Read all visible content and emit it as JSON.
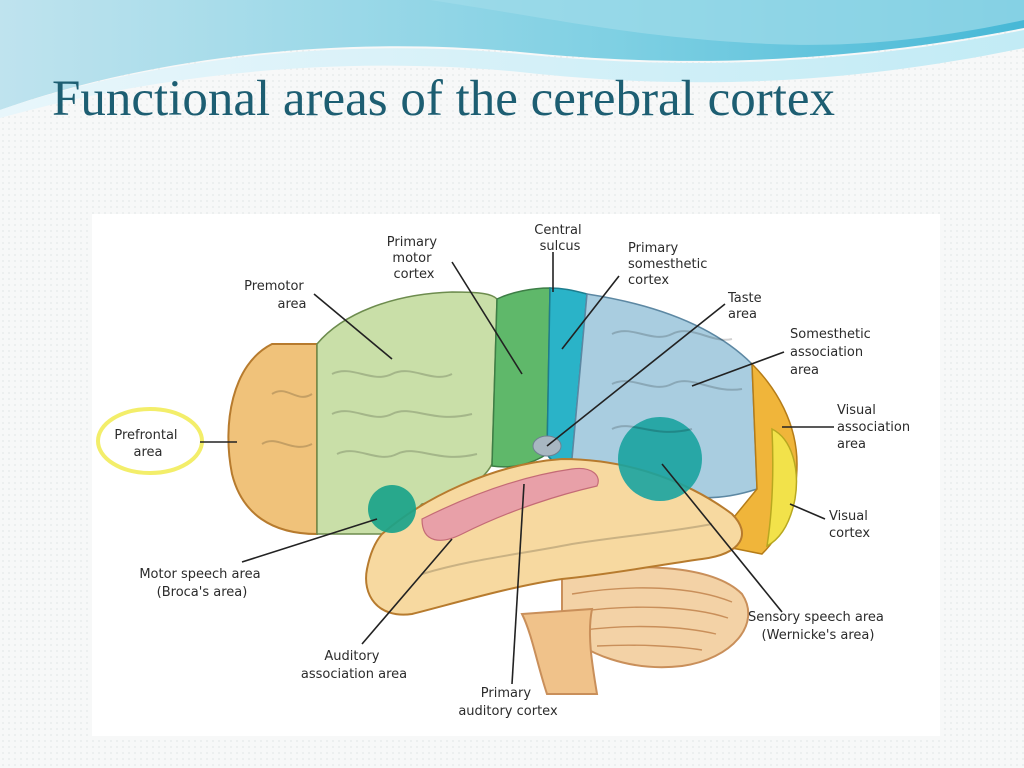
{
  "slide": {
    "title": "Functional areas of the cerebral cortex"
  },
  "diagram": {
    "labels": {
      "central_sulcus": [
        "Central",
        "sulcus"
      ],
      "primary_motor_cortex": [
        "Primary",
        "motor",
        "cortex"
      ],
      "primary_somesthetic_cortex": [
        "Primary",
        "somesthetic",
        "cortex"
      ],
      "premotor_area": [
        "Premotor",
        "area"
      ],
      "taste_area": [
        "Taste",
        "area"
      ],
      "somesthetic_association_area": [
        "Somesthetic",
        "association",
        "area"
      ],
      "prefrontal_area": [
        "Prefrontal",
        "area"
      ],
      "visual_association_area": [
        "Visual",
        "association",
        "area"
      ],
      "visual_cortex": [
        "Visual",
        "cortex"
      ],
      "motor_speech_area": [
        "Motor speech area",
        "(Broca's area)"
      ],
      "sensory_speech_area": [
        "Sensory speech area",
        "(Wernicke's area)"
      ],
      "auditory_association_area": [
        "Auditory",
        "association area"
      ],
      "primary_auditory_cortex": [
        "Primary",
        "auditory cortex"
      ]
    },
    "colors": {
      "prefrontal": "#f0c27a",
      "premotor": "#c9dfa8",
      "motor": "#5fb86a",
      "somesthetic": "#2ab3c8",
      "somesthetic_assoc": "#a9cde0",
      "visual_assoc": "#f0b53a",
      "visual": "#f2e24a",
      "broca": "#1aa38a",
      "wernicke": "#1aa3a0",
      "auditory": "#e8a0a8",
      "temporal": "#f7d9a0",
      "cerebellum": "#f3d2a6",
      "highlight_ring": "#f3ee6a",
      "title_color": "#1d5e72"
    }
  }
}
